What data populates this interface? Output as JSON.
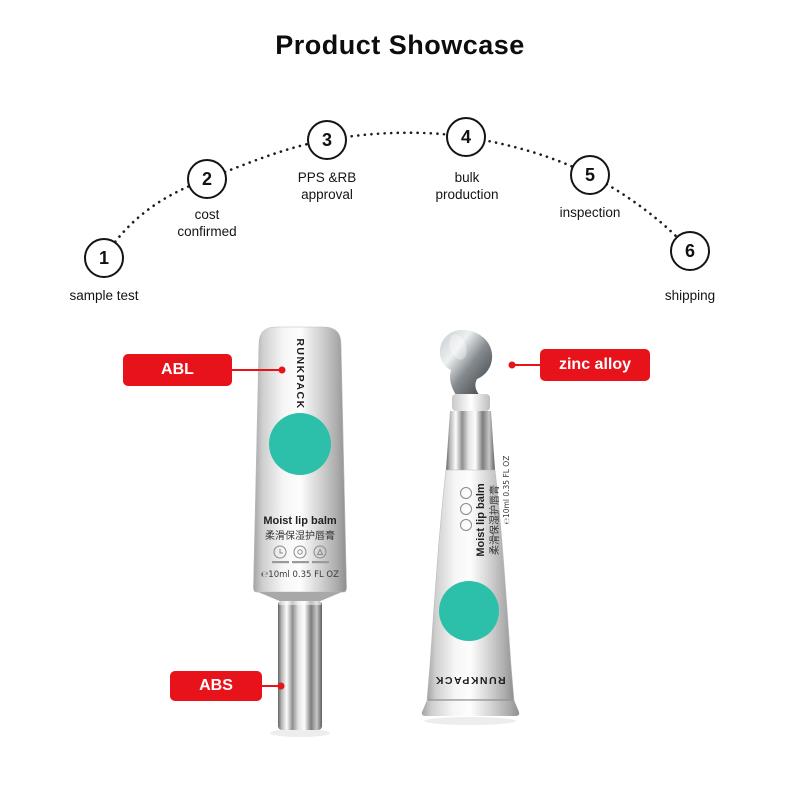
{
  "title": "Product Showcase",
  "process": {
    "steps": [
      {
        "number": "1",
        "label": "sample test"
      },
      {
        "number": "2",
        "label": "cost\nconfirmed"
      },
      {
        "number": "3",
        "label": "PPS &RB\napproval"
      },
      {
        "number": "4",
        "label": "bulk\nproduction"
      },
      {
        "number": "5",
        "label": "inspection"
      },
      {
        "number": "6",
        "label": "shipping"
      }
    ]
  },
  "callouts": {
    "abl": "ABL",
    "zinc": "zinc alloy",
    "abs": "ABS"
  },
  "product": {
    "brand": "RUNKPACK",
    "name_en": "Moist lip balm",
    "name_cn": "柔滑保湿护唇膏",
    "volume": "℮10ml 0.35 FL OZ"
  },
  "colors": {
    "accent_red": "#e8131a",
    "teal": "#2cc0aa",
    "metal_light": "#f6f6f6",
    "metal_dark": "#8f8f8f",
    "text": "#111111"
  }
}
